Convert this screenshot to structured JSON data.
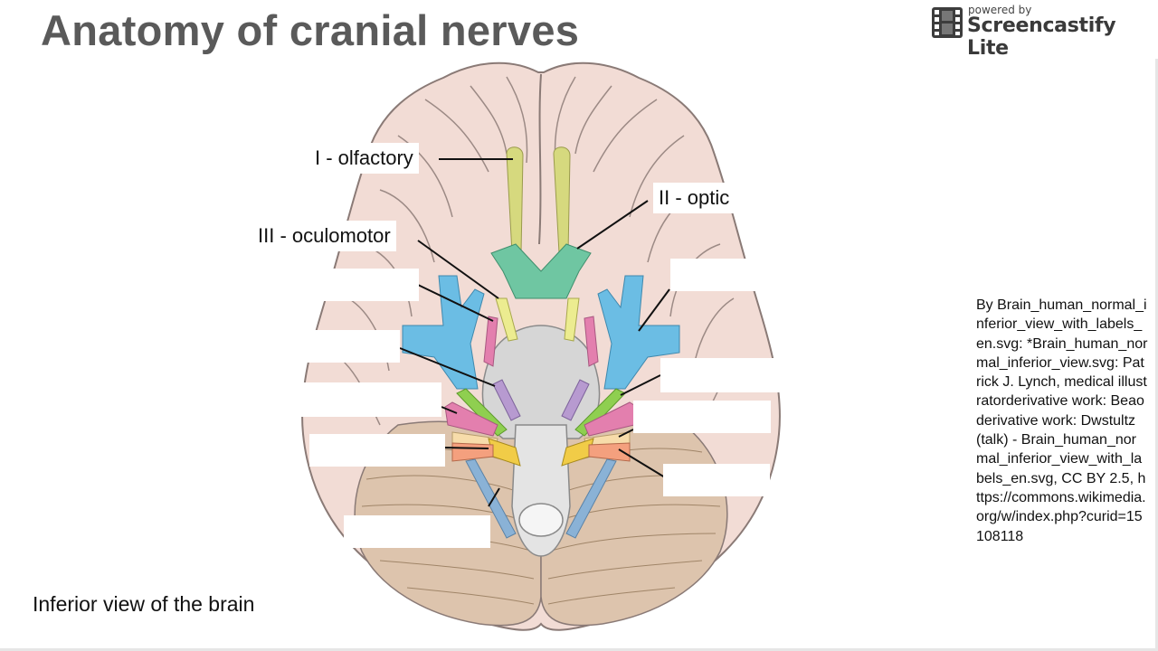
{
  "title": "Anatomy of cranial nerves",
  "watermark": {
    "powered_by": "powered by",
    "name": "Screencastify Lite"
  },
  "labels": {
    "olfactory": "I - olfactory",
    "optic": "II - optic",
    "oculomotor": "III - oculomotor"
  },
  "caption": "Inferior view of the brain",
  "credit": "By Brain_human_normal_inferior_view_with_labels_en.svg: *Brain_human_normal_inferior_view.svg: Patrick J. Lynch, medical illustratorderivative work: Beaoderivative work: Dwstultz (talk) - Brain_human_normal_inferior_view_with_labels_en.svg, CC BY 2.5, https://commons.wikimedia.org/w/index.php?curid=15108118",
  "colors": {
    "brain_fill": "#f2dcd5",
    "brain_stroke": "#8a7a76",
    "cerebellum": "#ddc4ad",
    "brainstem": "#d6d6d6",
    "olfactory_nerve": "#d6d97e",
    "optic_nerve": "#6fc6a2",
    "oculomotor_nerve": "#ecec90",
    "blue_artery": "#6bbde4",
    "pink_nerve": "#e37fae",
    "purple_nerve": "#b79ad0",
    "green_nerve": "#8fcf50",
    "orange_nerve": "#f4a07e",
    "slate_nerve": "#8ab2d6"
  }
}
